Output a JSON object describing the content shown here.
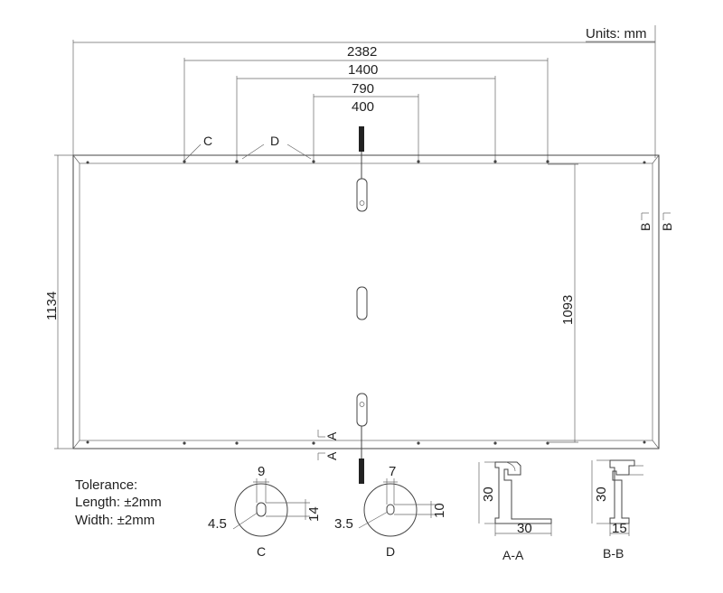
{
  "units": "Units: mm",
  "dims": {
    "overall_width": "2382",
    "mount_1400": "1400",
    "mount_790": "790",
    "mount_400": "400",
    "height": "1134",
    "inner_height": "1093"
  },
  "callouts": {
    "c": "C",
    "d": "D",
    "a_top": "A",
    "a_bottom": "A",
    "b_left": "B",
    "b_right": "B"
  },
  "tolerance": {
    "title": "Tolerance:",
    "length": "Length: ±2mm",
    "width": "Width: ±2mm"
  },
  "details": {
    "c": {
      "w": "9",
      "h": "14",
      "d": "4.5",
      "label": "C"
    },
    "d": {
      "w": "7",
      "h": "10",
      "d": "3.5",
      "label": "D"
    },
    "aa": {
      "h": "30",
      "w": "30",
      "label": "A-A"
    },
    "bb": {
      "h": "30",
      "w": "15",
      "label": "B-B"
    }
  }
}
